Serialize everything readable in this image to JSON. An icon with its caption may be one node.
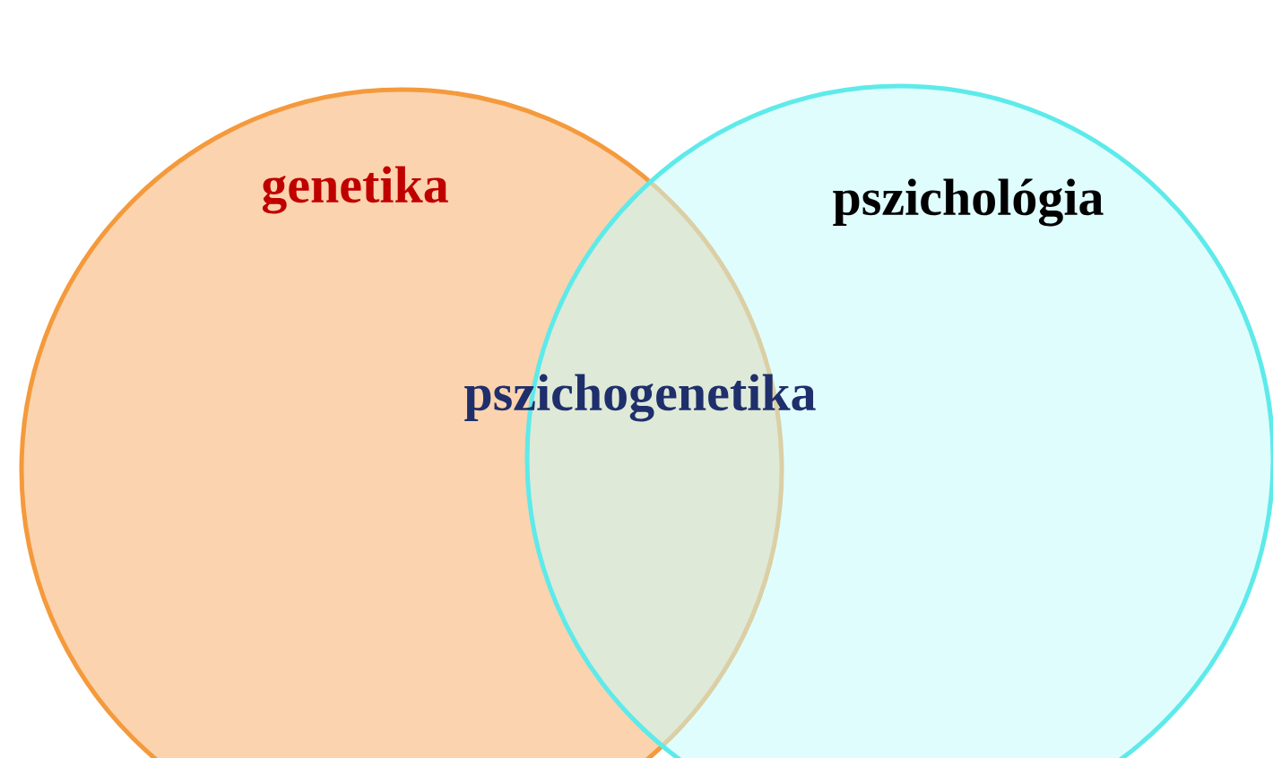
{
  "diagram": {
    "nodes": [
      {
        "text": [
          "genetika"
        ]
      },
      {
        "text": [
          "pszichológia"
        ]
      }
    ],
    "labels": [
      "pszichogenetika"
    ]
  }
}
